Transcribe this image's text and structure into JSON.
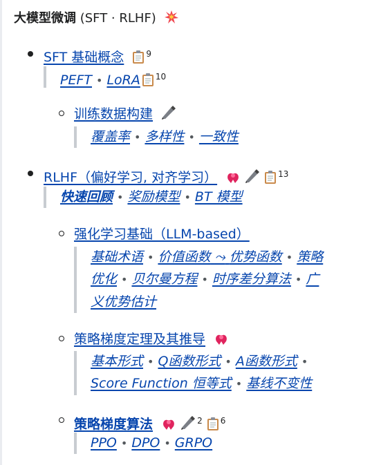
{
  "heading": {
    "title": "大模型微调",
    "subtitle": "(SFT · RLHF)",
    "icon": "collision-icon"
  },
  "sections": [
    {
      "label": "SFT 基础概念",
      "icons": [
        "clipboard-icon"
      ],
      "count": "9",
      "sub": {
        "links": [
          "PEFT",
          "LoRA"
        ],
        "icon": "clipboard-icon",
        "count": "10"
      }
    },
    {
      "label": "训练数据构建",
      "icons": [
        "pen-icon"
      ],
      "sub": {
        "links": [
          "覆盖率",
          "多样性",
          "一致性"
        ]
      }
    },
    {
      "label": "RLHF（偏好学习, 对齐学习）",
      "icons": [
        "ribbon-icon",
        "pen-icon",
        "clipboard-icon"
      ],
      "count": "13",
      "sub": {
        "links": [
          "快速回顾",
          "奖励模型",
          "BT 模型"
        ]
      }
    },
    {
      "label": "强化学习基础（LLM-based）",
      "sub": {
        "line1": [
          "基础术语",
          "价值函数",
          "优势函数",
          "策略"
        ],
        "line1_arrow": "⤳",
        "line2": [
          "优化",
          "贝尔曼方程",
          "时序差分算法",
          "广"
        ],
        "line3": "义优势估计"
      }
    },
    {
      "label": "策略梯度定理及其推导",
      "icons": [
        "ribbon-icon"
      ],
      "sub": {
        "line1": [
          "基本形式",
          "Q函数形式",
          "A函数形式"
        ],
        "line2": [
          "Score Function 恒等式",
          "基线不变性"
        ]
      }
    },
    {
      "label": "策略梯度算法",
      "icons": [
        "ribbon-icon",
        "pen-icon",
        "clipboard-icon"
      ],
      "pen_count": "2",
      "count": "6",
      "sub": {
        "links": [
          "PPO",
          "DPO",
          "GRPO"
        ]
      }
    }
  ],
  "separator": "•",
  "colors": {
    "link": "#0645ad",
    "text": "#202122",
    "bar": "#c8ccd1"
  }
}
